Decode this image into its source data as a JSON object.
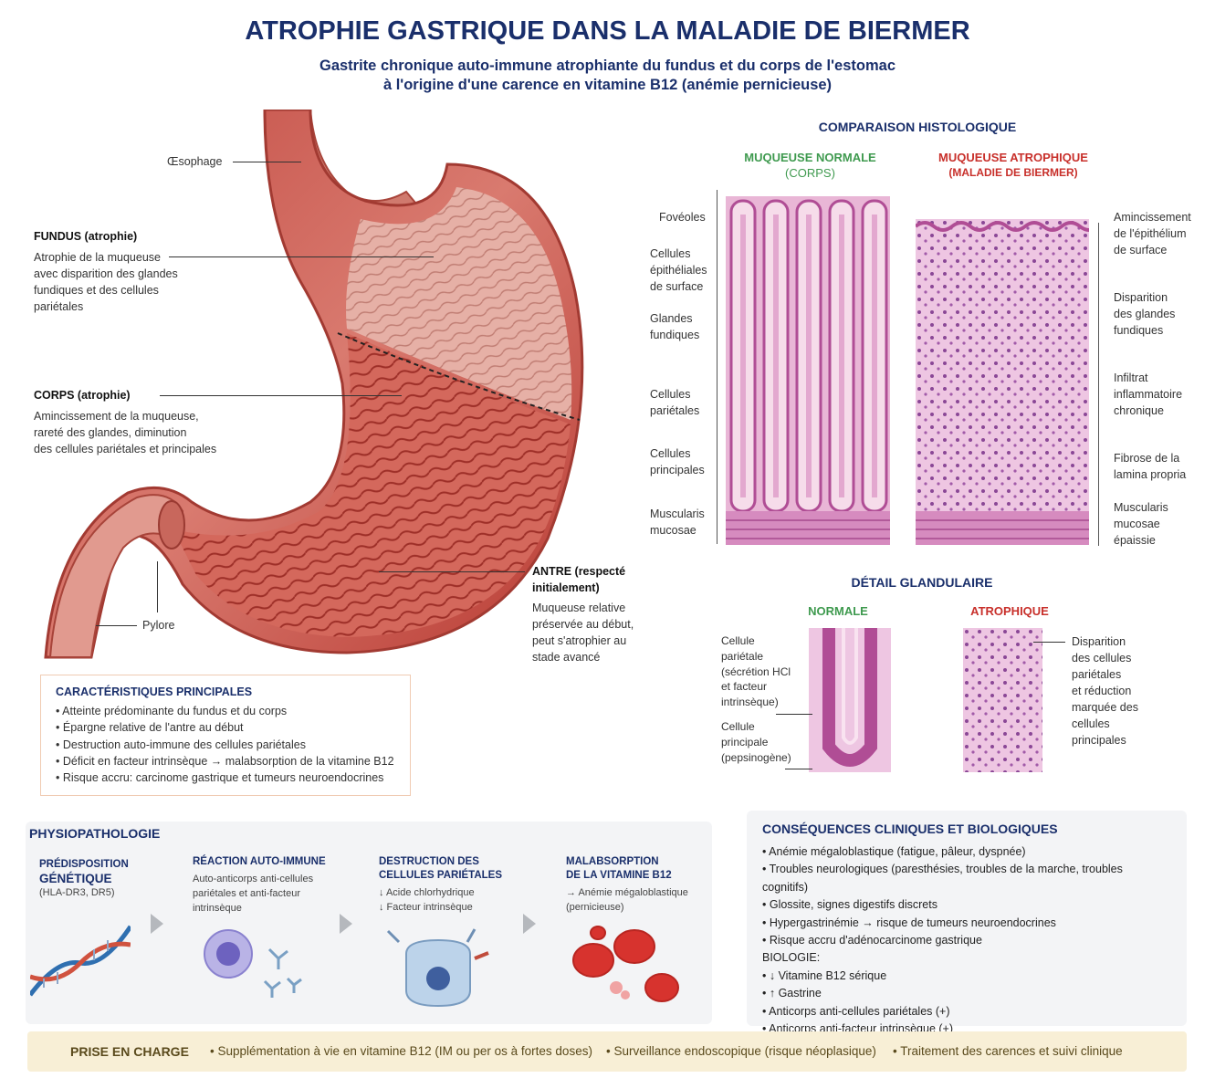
{
  "title": "ATROPHIE GASTRIQUE DANS LA MALADIE DE BIERMER",
  "subtitle_line1": "Gastrite chronique auto-immune atrophiante du fundus et du corps de l'estomac",
  "subtitle_line2": "à l'origine d'une carence en vitamine B12 (anémie pernicieuse)",
  "stomach": {
    "oesophage": "Œsophage",
    "fundus_title": "FUNDUS (atrophie)",
    "fundus_text": [
      "Atrophie de la muqueuse",
      "avec disparition des glandes",
      "fundiques et des cellules",
      "pariétales"
    ],
    "corps_title": "CORPS (atrophie)",
    "corps_text": [
      "Amincissement de la muqueuse,",
      "rareté des glandes, diminution",
      "des cellules pariétales et principales"
    ],
    "antre_title": [
      "ANTRE (respecté",
      "initialement)"
    ],
    "antre_text": [
      "Muqueuse relative",
      "préservée au début,",
      "peut s'atrophier au",
      "stade avancé"
    ],
    "pylore": "Pylore"
  },
  "features": {
    "title": "CARACTÉRISTIQUES PRINCIPALES",
    "items": [
      "Atteinte prédominante du fundus et du corps",
      "Épargne relative de l'antre au début",
      "Destruction auto-immune des cellules pariétales",
      "Déficit en facteur intrinsèque → malabsorption de la vitamine B12",
      "Risque accru: carcinome gastrique et tumeurs neuroendocrines"
    ]
  },
  "histo": {
    "title": "COMPARAISON HISTOLOGIQUE",
    "normal_title": "MUQUEUSE NORMALE",
    "normal_sub": "(CORPS)",
    "atroph_title": "MUQUEUSE ATROPHIQUE",
    "atroph_sub": "(MALADIE DE BIERMER)",
    "left_labels": [
      [
        "Fovéoles"
      ],
      [
        "Cellules",
        "épithéliales",
        "de surface"
      ],
      [
        "Glandes",
        "fundiques"
      ],
      [
        "Cellules",
        "pariétales"
      ],
      [
        "Cellules",
        "principales"
      ],
      [
        "Muscularis",
        "mucosae"
      ]
    ],
    "right_labels": [
      [
        "Amincissement",
        "de l'épithélium",
        "de surface"
      ],
      [
        "Disparition",
        "des glandes",
        "fundiques"
      ],
      [
        "Infiltrat",
        "inflammatoire",
        "chronique"
      ],
      [
        "Fibrose de la",
        "lamina propria"
      ],
      [
        "Muscularis",
        "mucosae",
        "épaissie"
      ]
    ]
  },
  "gland": {
    "title": "DÉTAIL GLANDULAIRE",
    "normal": "NORMALE",
    "atroph": "ATROPHIQUE",
    "left_labels": [
      [
        "Cellule",
        "pariétale",
        "(sécrétion HCl",
        "et facteur",
        "intrinsèque)"
      ],
      [
        "Cellule",
        "principale",
        "(pepsinogène)"
      ]
    ],
    "right_label": [
      "Disparition",
      "des cellules",
      "pariétales",
      "et réduction",
      "marquée des",
      "cellules",
      "principales"
    ]
  },
  "physio": {
    "title": "PHYSIOPATHOLOGIE",
    "steps": [
      {
        "h1": "PRÉDISPOSITION",
        "h2": "GÉNÉTIQUE",
        "t": [
          "(HLA-DR3, DR5)"
        ]
      },
      {
        "h1": "RÉACTION AUTO-IMMUNE",
        "h2": "",
        "t": [
          "Auto-anticorps anti-cellules",
          "pariétales et anti-facteur",
          "intrinsèque"
        ]
      },
      {
        "h1": "DESTRUCTION DES",
        "h2": "CELLULES PARIÉTALES",
        "t": [
          "↓ Acide chlorhydrique",
          "↓ Facteur intrinsèque"
        ]
      },
      {
        "h1": "MALABSORPTION",
        "h2": "DE LA VITAMINE B12",
        "t": [
          "→ Anémie mégaloblastique",
          "(pernicieuse)"
        ]
      }
    ]
  },
  "clinical": {
    "title": "CONSÉQUENCES CLINIQUES ET BIOLOGIQUES",
    "items": [
      "• Anémie mégaloblastique (fatigue, pâleur, dyspnée)",
      "• Troubles neurologiques (paresthésies, troubles de la marche, troubles cognitifs)",
      "• Glossite, signes digestifs discrets",
      "• Hypergastrinémie → risque de tumeurs neuroendocrines",
      "• Risque accru d'adénocarcinome gastrique",
      "BIOLOGIE:",
      "• ↓ Vitamine B12 sérique",
      "• ↑ Gastrine",
      "• Anticorps anti-cellules pariétales (+)",
      "• Anticorps anti-facteur intrinsèque (+)"
    ]
  },
  "footer": {
    "title": "PRISE EN CHARGE",
    "items": [
      "• Supplémentation à vie en vitamine B12 (IM ou per os à fortes doses)",
      "• Surveillance endoscopique (risque néoplasique)",
      "• Traitement des carences et suivi clinique"
    ]
  }
}
